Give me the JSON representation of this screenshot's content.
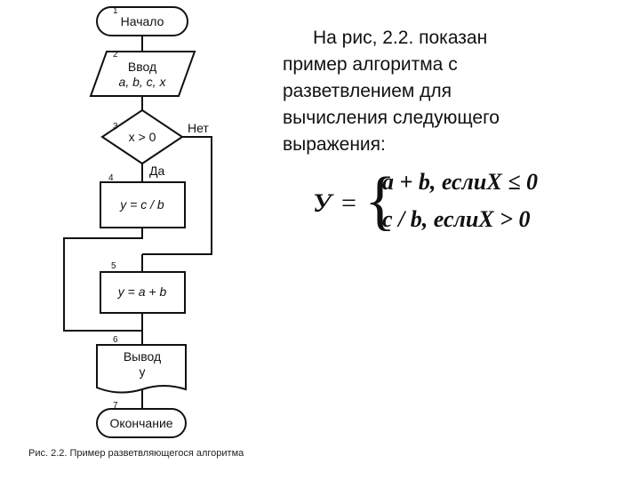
{
  "flowchart": {
    "nodes": [
      {
        "num": "1",
        "label": "Начало"
      },
      {
        "num": "2",
        "label": "Ввод",
        "sub": "a, b, c, x"
      },
      {
        "num": "3",
        "label": "x > 0"
      },
      {
        "num": "4",
        "label": "y = c / b"
      },
      {
        "num": "5",
        "label": "y = a + b"
      },
      {
        "num": "6",
        "label": "Вывод",
        "sub": "y"
      },
      {
        "num": "7",
        "label": "Окончание"
      }
    ],
    "edge_labels": {
      "no": "Нет",
      "yes": "Да"
    }
  },
  "description": {
    "line1": "На рис, 2.2. показан",
    "line2": "пример алгоритма с",
    "line3": "разветвлением для",
    "line4": "вычисления следующего",
    "line5": "выражения:"
  },
  "formula": {
    "lhs": "У",
    "eq": "=",
    "case1": "a + b, еслиX ≤ 0",
    "case2": "c / b, еслиX > 0"
  },
  "caption": "Рис. 2.2. Пример разветвляющегося алгоритма"
}
